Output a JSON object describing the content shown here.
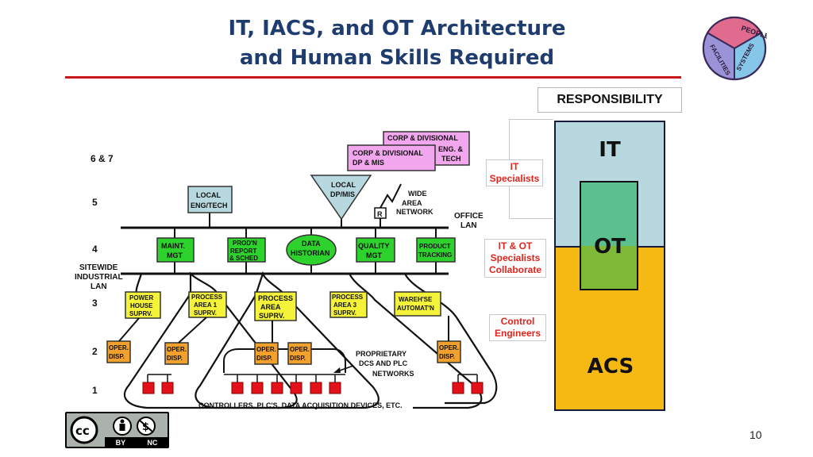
{
  "slide": {
    "title_line1": "IT, IACS, and OT Architecture",
    "title_line2": "and Human Skills Required",
    "page_number": "10"
  },
  "logo": {
    "segments": [
      "PEOPLE",
      "FACILITIES",
      "SYSTEMS"
    ],
    "colors": {
      "people": "#e06b8f",
      "facilities": "#9a93d8",
      "systems": "#86c6e8"
    }
  },
  "license": {
    "labels": [
      "BY",
      "NC"
    ],
    "cc_text": "cc"
  },
  "levels": [
    "6 & 7",
    "5",
    "4",
    "3",
    "2",
    "1"
  ],
  "network_labels": {
    "office_lan_1": "OFFICE",
    "office_lan_2": "LAN",
    "sitewide_1": "SITEWIDE",
    "sitewide_2": "INDUSTRIAL",
    "sitewide_3": "LAN",
    "wan_1": "WIDE",
    "wan_2": "AREA",
    "wan_3": "NETWORK",
    "router": "R",
    "proprietary_1": "PROPRIETARY",
    "proprietary_2": "DCS AND PLC",
    "proprietary_3": "NETWORKS",
    "controllers": "CONTROLLERS, PLC'S, DATA ACQUISITION DEVICES, ETC."
  },
  "boxes": {
    "corp_eng_1": "CORP & DIVISIONAL",
    "corp_eng_2": "ENG. &",
    "corp_eng_3": "TECH",
    "corp_dp_1": "CORP & DIVISIONAL",
    "corp_dp_2": "DP & MIS",
    "local_eng_1": "LOCAL",
    "local_eng_2": "ENG/TECH",
    "local_dp_1": "LOCAL",
    "local_dp_2": "DP/MIS",
    "maint_1": "MAINT.",
    "maint_2": "MGT",
    "prodn_1": "PROD'N",
    "prodn_2": "REPORT",
    "prodn_3": "& SCHED",
    "historian_1": "DATA",
    "historian_2": "HISTORIAN",
    "quality_1": "QUALITY",
    "quality_2": "MGT",
    "tracking_1": "PRODUCT",
    "tracking_2": "TRACKING",
    "power_1": "POWER",
    "power_2": "HOUSE",
    "power_3": "SUPRV.",
    "area1_1": "PROCESS",
    "area1_2": "AREA 1",
    "area1_3": "SUPRV.",
    "area_1": "PROCESS",
    "area_2": "AREA",
    "area_3": "SUPRV.",
    "area3_1": "PROCESS",
    "area3_2": "AREA 3",
    "area3_3": "SUPRV.",
    "wareh_1": "WAREH'SE",
    "wareh_2": "AUTOMAT'N",
    "oper_1": "OPER.",
    "oper_2": "DISP."
  },
  "responsibility": {
    "header": "RESPONSIBILITY",
    "it_role_1": "IT",
    "it_role_2": "Specialists",
    "itot_role_1": "IT & OT",
    "itot_role_2": "Specialists",
    "itot_role_3": "Collaborate",
    "ce_role_1": "Control",
    "ce_role_2": "Engineers",
    "it": "IT",
    "ot": "OT",
    "acs": "ACS",
    "colors": {
      "it": "#b7d8de",
      "ot_upper": "#5bc08e",
      "ot_lower": "#80b838",
      "acs": "#f6b914",
      "role_text": "#e3231b"
    }
  },
  "colors": {
    "title": "#1f3c6e",
    "rule": "#c8161d",
    "pink": "#f1a6ee",
    "lightblue": "#b7d8de",
    "green": "#2dd22d",
    "yellow": "#f4f33a",
    "orange": "#f2a12d",
    "red": "#e3121a"
  }
}
